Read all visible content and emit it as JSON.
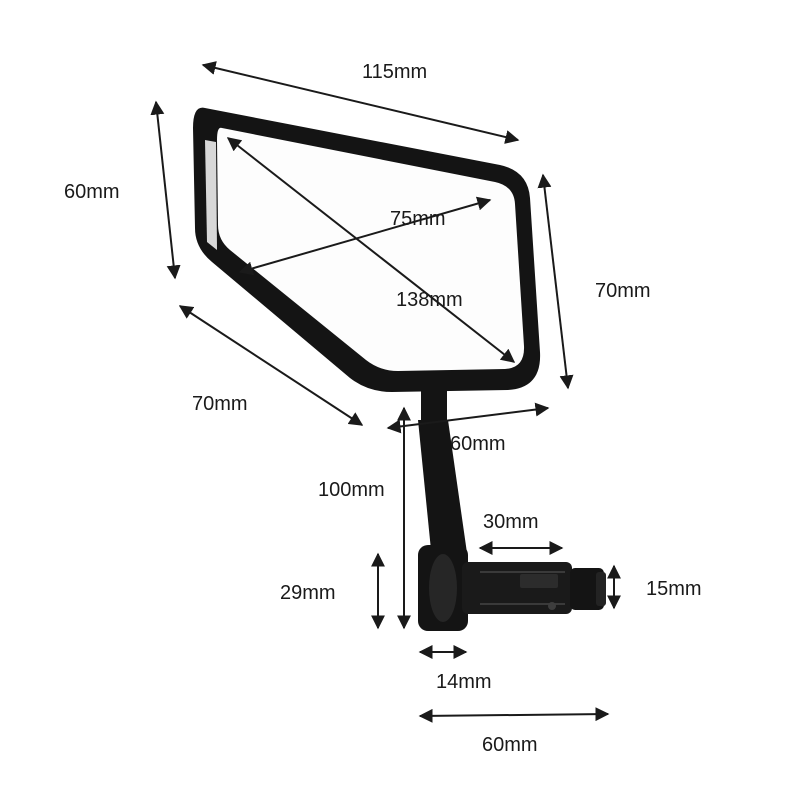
{
  "colors": {
    "background": "#ffffff",
    "frame": "#141414",
    "mirror_glass": "#fdfdfd",
    "arrow": "#1a1a1a",
    "label": "#1a1a1a"
  },
  "dimensions": {
    "mirror_width_top": "115mm",
    "mirror_height_left": "60mm",
    "glass_short_diagonal": "75mm",
    "glass_long_diagonal": "138mm",
    "mirror_height_right": "70mm",
    "mirror_lower_left_edge": "70mm",
    "mirror_bottom_width": "60mm",
    "arm_length": "100mm",
    "clamp_body_length": "30mm",
    "clamp_height": "29mm",
    "plug_diameter": "15mm",
    "clamp_collar_width": "14mm",
    "total_bar_length": "60mm"
  }
}
